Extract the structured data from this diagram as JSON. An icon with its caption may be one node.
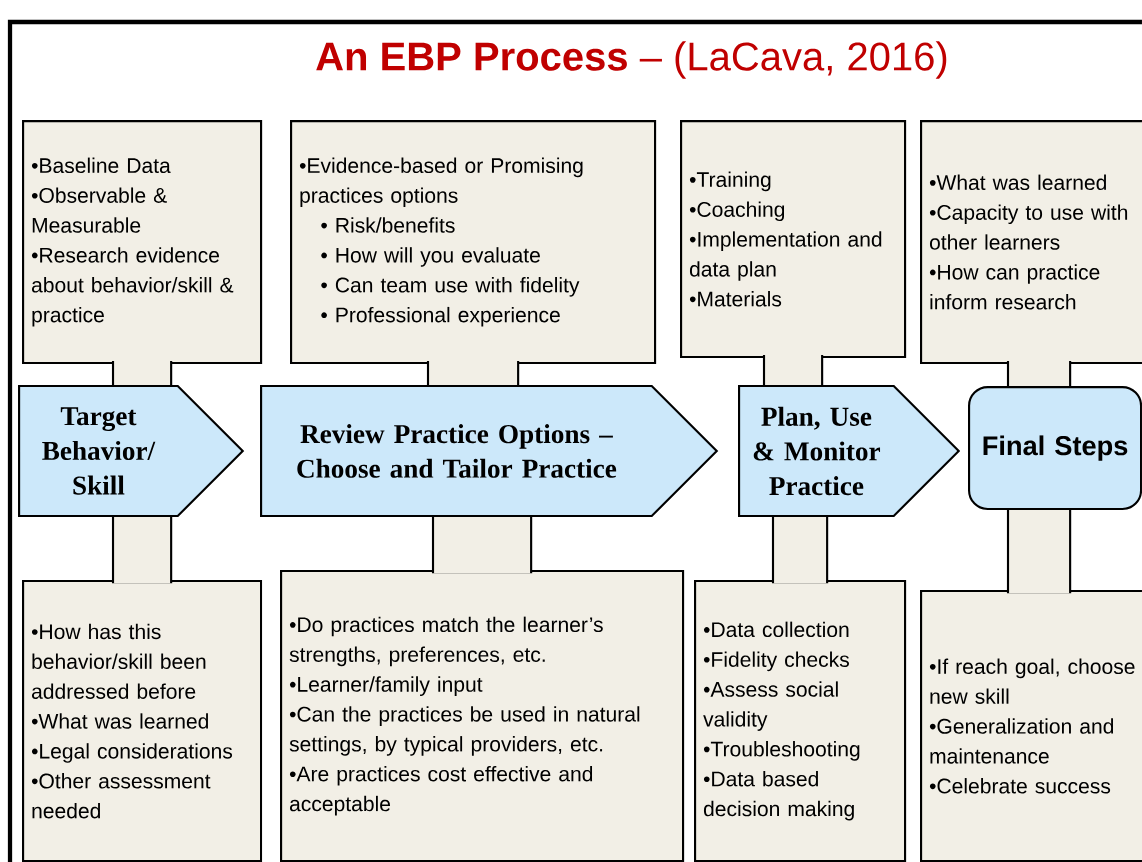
{
  "diagram": {
    "title": "**An EBP Process** – (LaCava, 2016)",
    "nodes": [
      {
        "text": [
          "•Baseline Data",
          "•Observable & Measurable",
          "•Research evidence about behavior/skill & practice"
        ]
      },
      {
        "text": [
          "•Evidence-based or Promising practices options",
          "• Risk/benefits",
          "• How will you evaluate",
          "• Can team use with fidelity",
          "• Professional experience"
        ]
      },
      {
        "text": [
          "•Training",
          "•Coaching",
          "•Implementation and data plan",
          "•Materials"
        ]
      },
      {
        "text": [
          "•What was learned",
          "•Capacity to use with other learners",
          "•How can practice inform research"
        ]
      },
      {
        "text": [
          "Target Behavior/ Skill"
        ]
      },
      {
        "text": [
          "Review Practice Options – Choose and Tailor Practice"
        ]
      },
      {
        "text": [
          "Plan, Use & Monitor Practice"
        ]
      },
      {
        "text": [
          "Final Steps"
        ]
      },
      {
        "text": [
          "•How has this behavior/skill been addressed before",
          "•What was learned",
          "•Legal considerations",
          "•Other assessment needed"
        ]
      },
      {
        "text": [
          "•Do practices match the learner’s strengths, preferences, etc.",
          "•Learner/family input",
          "•Can the practices be used in natural settings, by typical providers, etc.",
          "•Are practices cost effective and acceptable"
        ]
      },
      {
        "text": [
          "•Data collection",
          "•Fidelity checks",
          "•Assess social validity",
          "•Troubleshooting",
          "•Data based decision making"
        ]
      },
      {
        "text": [
          "•If reach goal, choose new skill",
          "•Generalization and maintenance",
          "•Celebrate success"
        ]
      }
    ],
    "edges": [
      {
        "from": 0,
        "to": 4,
        "arrow": "none"
      },
      {
        "from": 1,
        "to": 5,
        "arrow": "none"
      },
      {
        "from": 2,
        "to": 6,
        "arrow": "none"
      },
      {
        "from": 3,
        "to": 7,
        "arrow": "none"
      },
      {
        "from": 4,
        "to": 8,
        "arrow": "none"
      },
      {
        "from": 5,
        "to": 9,
        "arrow": "none"
      },
      {
        "from": 6,
        "to": 10,
        "arrow": "none"
      },
      {
        "from": 7,
        "to": 11,
        "arrow": "none"
      }
    ]
  }
}
